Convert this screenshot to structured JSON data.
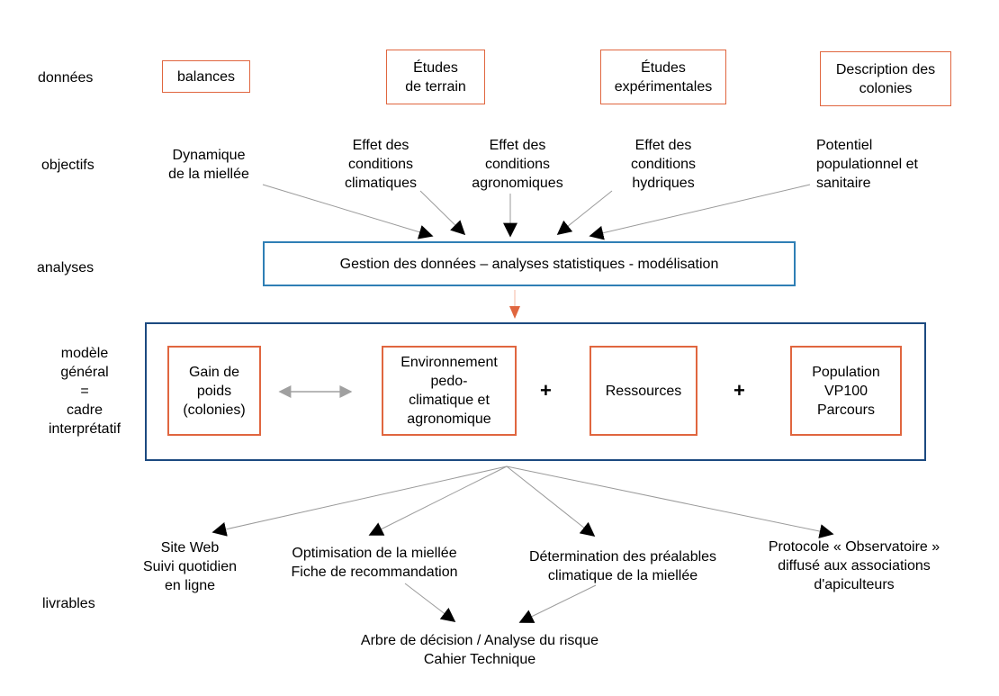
{
  "rows": {
    "donnees": "données",
    "objectifs": "objectifs",
    "analyses": "analyses",
    "modele": "modèle\ngénéral\n=\ncadre\ninterprétatif",
    "livrables": "livrables"
  },
  "data_sources": {
    "balances": "balances",
    "terrain": "Études\nde terrain",
    "experimentales": "Études\nexpérimentales",
    "colonies": "Description des\ncolonies"
  },
  "objectives": {
    "miellee": "Dynamique\nde la miellée",
    "climatiques": "Effet des\nconditions\nclimatiques",
    "agronomiques": "Effet des\nconditions\nagronomiques",
    "hydriques": "Effet des\nconditions\nhydriques",
    "potentiel": "Potentiel\npopulationnel et\nsanitaire"
  },
  "analysis": {
    "label": "Gestion des données – analyses statistiques - modélisation"
  },
  "model": {
    "gain": "Gain de\npoids\n(colonies)",
    "environnement": "Environnement\npedo-\nclimatique et\nagronomique",
    "ressources": "Ressources",
    "population": "Population\nVP100\nParcours",
    "plus1": "+",
    "plus2": "+"
  },
  "deliverables": {
    "site": "Site Web\nSuivi quotidien\nen ligne",
    "optimisation": "Optimisation de la miellée\nFiche de recommandation",
    "determination": "Détermination des préalables\nclimatique de la miellée",
    "protocole": "Protocole « Observatoire »\ndiffusé aux associations\nd'apiculteurs",
    "arbre": "Arbre de décision / Analyse du risque\nCahier Technique"
  },
  "colors": {
    "orange": "#e0663f",
    "blue": "#2f7fb5",
    "navy": "#1c4a80",
    "arrow": "#000000",
    "line": "#9a9a9a",
    "double_arrow": "#a0a0a0"
  }
}
